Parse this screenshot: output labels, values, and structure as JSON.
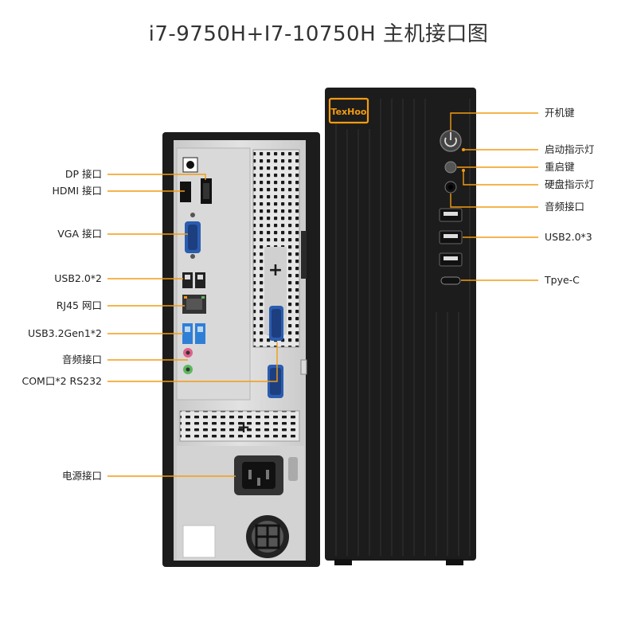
{
  "title": "i7-9750H+I7-10750H 主机接口图",
  "brand": "TexHoo",
  "colors": {
    "accent": "#f39c12",
    "case_black": "#1c1c1c",
    "panel_grey": "#cfcfcf",
    "usb3_blue": "#2f7fd6",
    "vga_blue": "#2a5db0",
    "audio_pink": "#e0608c",
    "audio_green": "#5cb85c"
  },
  "rear_labels": [
    {
      "id": "dp",
      "text": "DP 接口"
    },
    {
      "id": "hdmi",
      "text": "HDMI 接口"
    },
    {
      "id": "vga",
      "text": "VGA 接口"
    },
    {
      "id": "usb2",
      "text": "USB2.0*2"
    },
    {
      "id": "rj45",
      "text": "RJ45 网口"
    },
    {
      "id": "usb3",
      "text": "USB3.2Gen1*2"
    },
    {
      "id": "audio_rear",
      "text": "音频接口"
    },
    {
      "id": "com",
      "text": "COM口*2 RS232"
    },
    {
      "id": "power",
      "text": "电源接口"
    }
  ],
  "front_labels": [
    {
      "id": "power_button",
      "text": "开机键"
    },
    {
      "id": "power_led",
      "text": "启动指示灯"
    },
    {
      "id": "reset",
      "text": "重启键"
    },
    {
      "id": "hdd_led",
      "text": "硬盘指示灯"
    },
    {
      "id": "audio_front",
      "text": "音频接口"
    },
    {
      "id": "usb_front",
      "text": "USB2.0*3"
    },
    {
      "id": "typec",
      "text": "Tpye-C"
    }
  ]
}
